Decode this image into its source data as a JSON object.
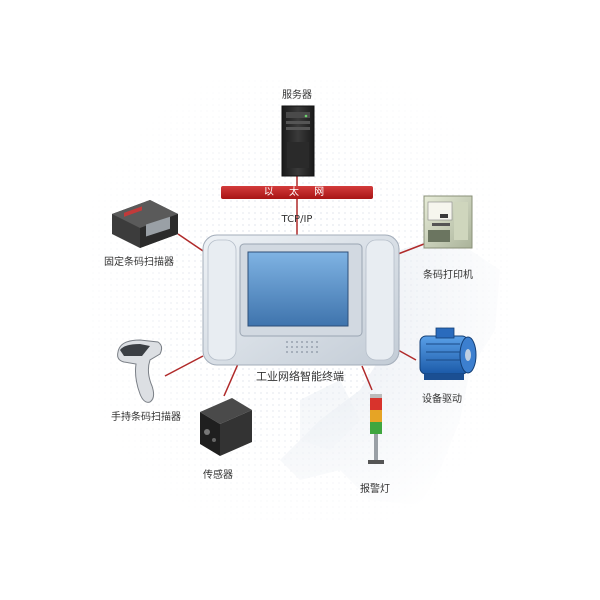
{
  "network": {
    "bus_label": "以 太 网",
    "protocol_label": "TCP/IP"
  },
  "terminal": {
    "label": "工业网络智能终端"
  },
  "devices": {
    "server": "服务器",
    "fixed_scanner": "固定条码扫描器",
    "barcode_printer": "条码打印机",
    "handheld_scanner": "手持条码扫描器",
    "equipment_drive": "设备驱动",
    "sensor": "传感器",
    "alarm_light": "报警灯"
  },
  "colors": {
    "connector_line": "#b02a2a",
    "ethernet_bar": "#c02020",
    "terminal_body": "#d6dde6",
    "screen": "#5a8fc4"
  }
}
